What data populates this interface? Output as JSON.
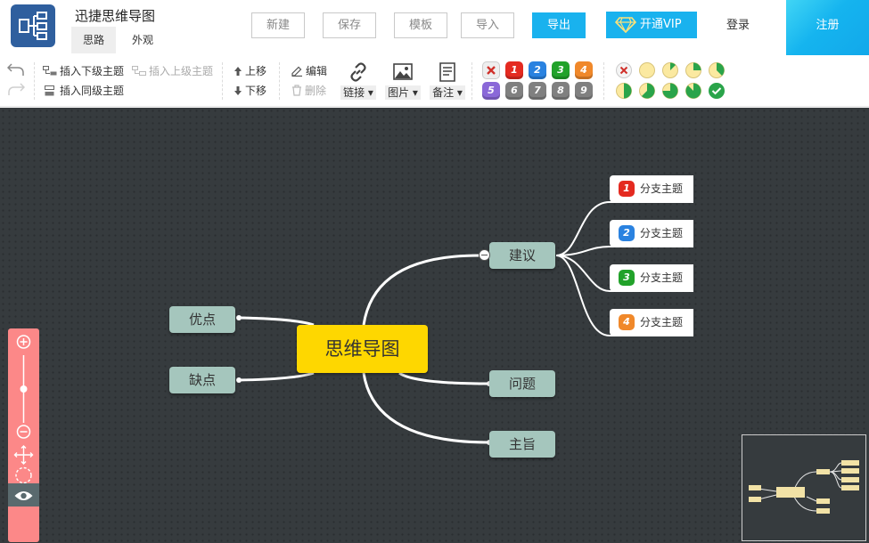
{
  "app": {
    "title": "迅捷思维导图",
    "tabs": [
      {
        "label": "思路",
        "active": true
      },
      {
        "label": "外观",
        "active": false
      }
    ]
  },
  "header": {
    "new_label": "新建",
    "save_label": "保存",
    "template_label": "模板",
    "import_label": "导入",
    "export_label": "导出",
    "vip_label": "开通VIP",
    "login_label": "登录",
    "register_label": "注册",
    "accent_color": "#19b2ee"
  },
  "toolbar": {
    "insert_child": "插入下级主题",
    "insert_parent": "插入上级主题",
    "insert_sibling": "插入同级主题",
    "move_up": "上移",
    "move_down": "下移",
    "edit": "编辑",
    "delete": "删除",
    "link": "链接",
    "image": "图片",
    "note": "备注",
    "priorities": [
      {
        "label": "",
        "icon": "remove-priority-icon",
        "color": "#eeeeee"
      },
      {
        "label": "1",
        "color": "#e42a20"
      },
      {
        "label": "2",
        "color": "#2a82e0"
      },
      {
        "label": "3",
        "color": "#22a22a"
      },
      {
        "label": "4",
        "color": "#f0882a"
      },
      {
        "label": "5",
        "color": "#8a68d8"
      },
      {
        "label": "6",
        "color": "#808080"
      },
      {
        "label": "7",
        "color": "#808080"
      },
      {
        "label": "8",
        "color": "#808080"
      },
      {
        "label": "9",
        "color": "#808080"
      }
    ],
    "progress_levels": [
      {
        "icon": "remove-progress-icon",
        "fraction": null
      },
      {
        "icon": "progress-0-icon",
        "fraction": 0
      },
      {
        "icon": "progress-1-8-icon",
        "fraction": 0.125
      },
      {
        "icon": "progress-2-8-icon",
        "fraction": 0.25
      },
      {
        "icon": "progress-3-8-icon",
        "fraction": 0.375
      },
      {
        "icon": "progress-4-8-icon",
        "fraction": 0.5
      },
      {
        "icon": "progress-5-8-icon",
        "fraction": 0.625
      },
      {
        "icon": "progress-6-8-icon",
        "fraction": 0.75
      },
      {
        "icon": "progress-7-8-icon",
        "fraction": 0.875
      },
      {
        "icon": "progress-complete-icon",
        "fraction": 1
      }
    ]
  },
  "mindmap": {
    "root": "思维导图",
    "main_topics": [
      "建议",
      "优点",
      "缺点",
      "问题",
      "主旨"
    ],
    "sub_topics": [
      {
        "label": "分支主题",
        "priority": "1",
        "color": "#e42a20"
      },
      {
        "label": "分支主题",
        "priority": "2",
        "color": "#2a82e0"
      },
      {
        "label": "分支主题",
        "priority": "3",
        "color": "#22a22a"
      },
      {
        "label": "分支主题",
        "priority": "4",
        "color": "#f0882a"
      }
    ],
    "root_color": "#fed700",
    "main_color": "#a5c6bd",
    "zoom_level": 0.5
  }
}
